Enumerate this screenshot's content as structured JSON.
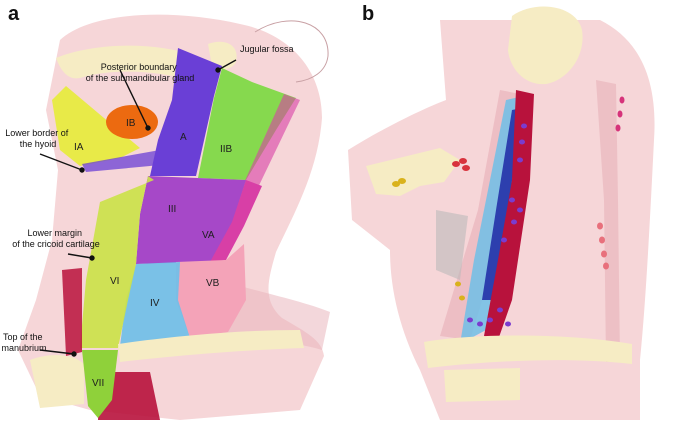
{
  "panels": {
    "a": {
      "letter": "a",
      "regions": {
        "IA": "IA",
        "IB": "IB",
        "IIA": "A",
        "IIB": "IIB",
        "III": "III",
        "IV": "IV",
        "VA": "VA",
        "VB": "VB",
        "VI": "VI",
        "VII": "VII"
      },
      "annotations": {
        "jugular_fossa": [
          "Jugular fossa"
        ],
        "posterior_submandibular": [
          "Posterior boundary",
          "of the submandibular gland"
        ],
        "hyoid": [
          "Lower border of",
          "the hyoid"
        ],
        "cricoid": [
          "Lower margin",
          "of the cricoid cartilage"
        ],
        "manubrium": [
          "Top of the",
          "manubrium"
        ]
      }
    },
    "b": {
      "letter": "b"
    }
  },
  "colors": {
    "skin": "#f6d6d8",
    "skin_dark": "#e9b6bd",
    "bone": "#f6ecc4",
    "IA": "#e6ec3c",
    "IB": "#ec6a10",
    "IIA": "#6a3fd6",
    "IIB": "#86d94e",
    "III": "#a648c8",
    "IV": "#6fbfe8",
    "VA": "#d83fa6",
    "VB": "#f4a3b8",
    "VI": "#cbe24a",
    "VII": "#8fd13a",
    "artery": "#b8123c",
    "vein": "#2d3fae",
    "node_purple": "#7a3ccf",
    "node_red": "#d8323c",
    "node_yellow": "#d9b21c",
    "node_pink": "#e8707c",
    "node_magenta": "#d6337a"
  }
}
